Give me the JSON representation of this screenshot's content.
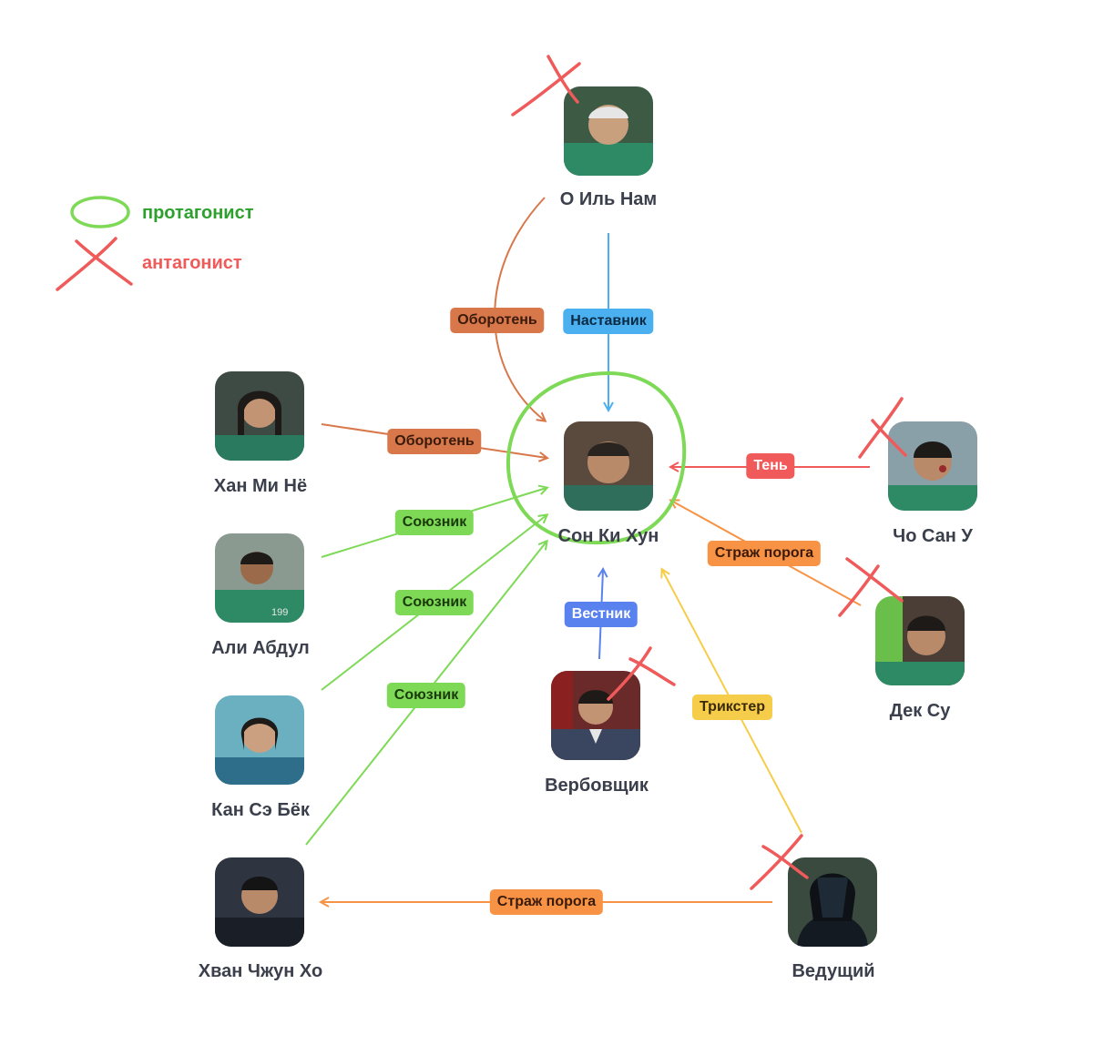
{
  "legend": {
    "protagonist": "протагонист",
    "antagonist": "антагонист"
  },
  "characters": {
    "oilnam": "О Иль Нам",
    "seong": "Сон Ки Хун",
    "hanmine": "Хан Ми Нё",
    "ali": "Али Абдул",
    "kang": "Кан Сэ Бёк",
    "hwang": "Хван Чжун Хо",
    "recruiter": "Вербовщик",
    "chosanu": "Чо Сан У",
    "deksu": "Дек Су",
    "host": "Ведущий"
  },
  "relations": {
    "werewolf_1": "Оборотень",
    "mentor": "Наставник",
    "werewolf_2": "Оборотень",
    "ally_1": "Союзник",
    "ally_2": "Союзник",
    "ally_3": "Союзник",
    "herald": "Вестник",
    "shadow": "Тень",
    "guardian_1": "Страж порога",
    "trickster": "Трикстер",
    "guardian_2": "Страж порога"
  },
  "colors": {
    "werewolf": "#d8784a",
    "mentor": "#4ab0f0",
    "ally": "#7ed957",
    "herald": "#5a82ee",
    "shadow": "#f05a5a",
    "guardian": "#f89244",
    "trickster": "#f6cd4a",
    "protagonist": "#7ed957",
    "antagonist": "#ef5a5a"
  }
}
